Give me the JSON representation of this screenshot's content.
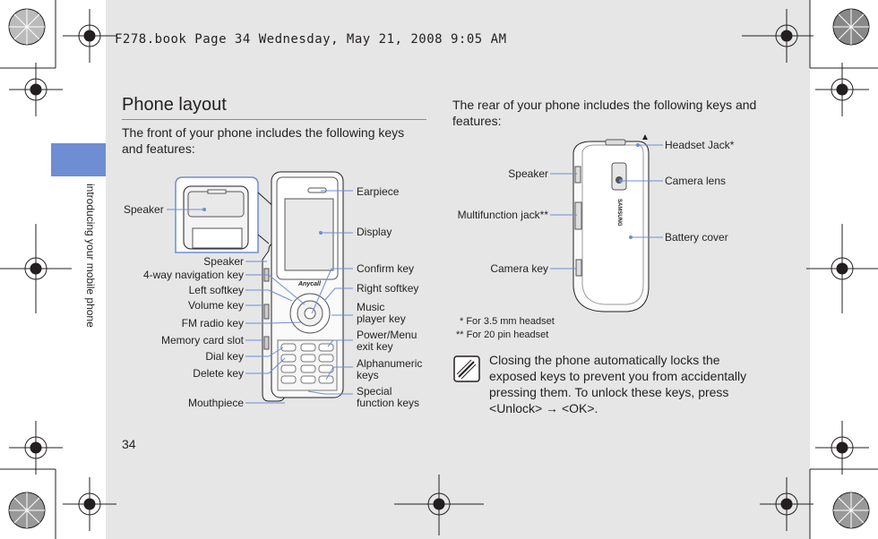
{
  "header": {
    "book_line": "F278.book  Page 34  Wednesday, May 21, 2008  9:05 AM"
  },
  "sidebar": {
    "section_title": "introducing your mobile phone"
  },
  "section": {
    "title": "Phone layout"
  },
  "front": {
    "intro": "The front of your phone includes the following keys and features:",
    "labels_left": {
      "speaker_top": "Speaker",
      "speaker": "Speaker",
      "nav_key": "4-way navigation key",
      "left_softkey": "Left softkey",
      "volume_key": "Volume key",
      "fm_radio_key": "FM radio key",
      "memory_card_slot": "Memory card slot",
      "dial_key": "Dial key",
      "delete_key": "Delete key",
      "mouthpiece": "Mouthpiece"
    },
    "labels_right": {
      "earpiece": "Earpiece",
      "display": "Display",
      "confirm_key": "Confirm key",
      "right_softkey": "Right softkey",
      "music_player_key": "Music\nplayer key",
      "power_exit_key": "Power/Menu\nexit key",
      "alphanumeric_keys": "Alphanumeric\nkeys",
      "special_function_keys": "Special\nfunction keys"
    },
    "brand": "Anycall"
  },
  "rear": {
    "intro": "The rear of your phone includes the following keys and features:",
    "labels": {
      "headset_jack": "Headset Jack*",
      "speaker": "Speaker",
      "camera_lens": "Camera lens",
      "multifunction_jack": "Multifunction jack**",
      "battery_cover": "Battery cover",
      "camera_key": "Camera key"
    },
    "brand": "SAMSUNG",
    "footnote_1": "* For 3.5 mm headset",
    "footnote_2": "** For 20 pin headset"
  },
  "note": {
    "icon": "pencil-note-icon",
    "text_before": "Closing the phone automatically locks the exposed keys to prevent you from accidentally pressing them. To unlock these keys, press <",
    "unlock": "Unlock",
    "arrow": "> → <",
    "ok": "OK",
    "text_after": ">."
  },
  "page_number": "34",
  "colors": {
    "accent": "#6e8dd3",
    "page_bg": "#e6e6e6",
    "text": "#231f20"
  }
}
